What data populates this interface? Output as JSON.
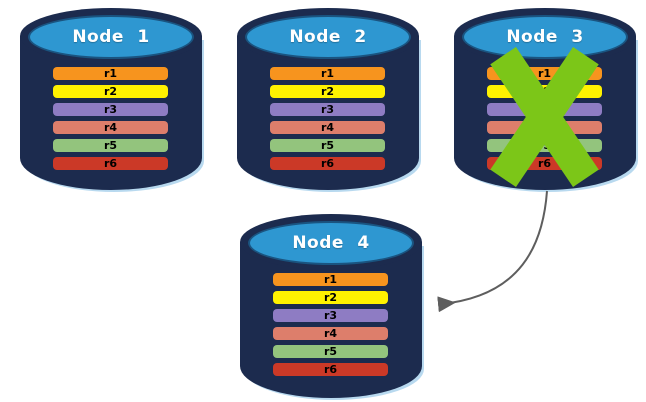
{
  "colors": {
    "cylinder_body": "#1C2B4E",
    "cylinder_top": "#2E97D1",
    "failure_x": "#7CC618",
    "arrow": "#5E5E5E"
  },
  "nodes": [
    {
      "label": "Node 1",
      "failed": false,
      "records": [
        {
          "name": "r1",
          "color": "#F7941E"
        },
        {
          "name": "r2",
          "color": "#FFF200"
        },
        {
          "name": "r3",
          "color": "#8E7CC3"
        },
        {
          "name": "r4",
          "color": "#DD7E6B"
        },
        {
          "name": "r5",
          "color": "#93C47D"
        },
        {
          "name": "r6",
          "color": "#CB3927"
        }
      ]
    },
    {
      "label": "Node 2",
      "failed": false,
      "records": [
        {
          "name": "r1",
          "color": "#F7941E"
        },
        {
          "name": "r2",
          "color": "#FFF200"
        },
        {
          "name": "r3",
          "color": "#8E7CC3"
        },
        {
          "name": "r4",
          "color": "#DD7E6B"
        },
        {
          "name": "r5",
          "color": "#93C47D"
        },
        {
          "name": "r6",
          "color": "#CB3927"
        }
      ]
    },
    {
      "label": "Node 3",
      "failed": true,
      "records": [
        {
          "name": "r1",
          "color": "#F7941E"
        },
        {
          "name": "r2",
          "color": "#FFF200"
        },
        {
          "name": "r3",
          "color": "#8E7CC3"
        },
        {
          "name": "r4",
          "color": "#DD7E6B"
        },
        {
          "name": "r5",
          "color": "#93C47D"
        },
        {
          "name": "r6",
          "color": "#CB3927"
        }
      ]
    },
    {
      "label": "Node 4",
      "failed": false,
      "records": [
        {
          "name": "r1",
          "color": "#F7941E"
        },
        {
          "name": "r2",
          "color": "#FFF200"
        },
        {
          "name": "r3",
          "color": "#8E7CC3"
        },
        {
          "name": "r4",
          "color": "#DD7E6B"
        },
        {
          "name": "r5",
          "color": "#93C47D"
        },
        {
          "name": "r6",
          "color": "#CB3927"
        }
      ]
    }
  ]
}
